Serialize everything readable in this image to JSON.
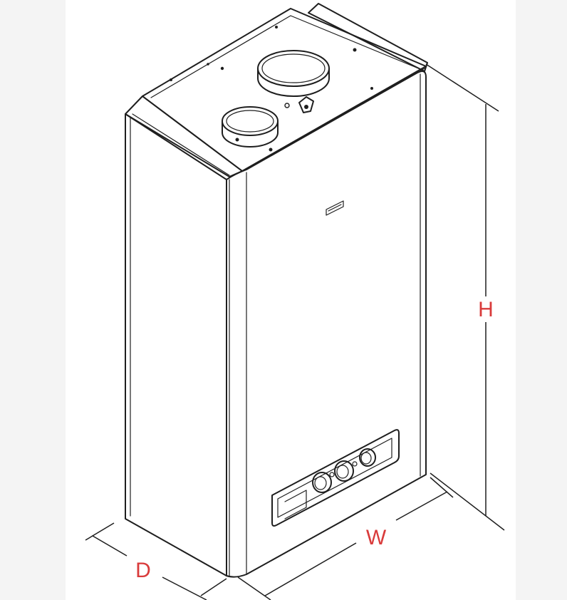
{
  "labels": {
    "height": "H",
    "width": "W",
    "depth": "D"
  },
  "colors": {
    "background": "#f4f4f4",
    "sheet": "#ffffff",
    "outline": "#1e1e1e",
    "dimension_label": "#d93b3b"
  }
}
